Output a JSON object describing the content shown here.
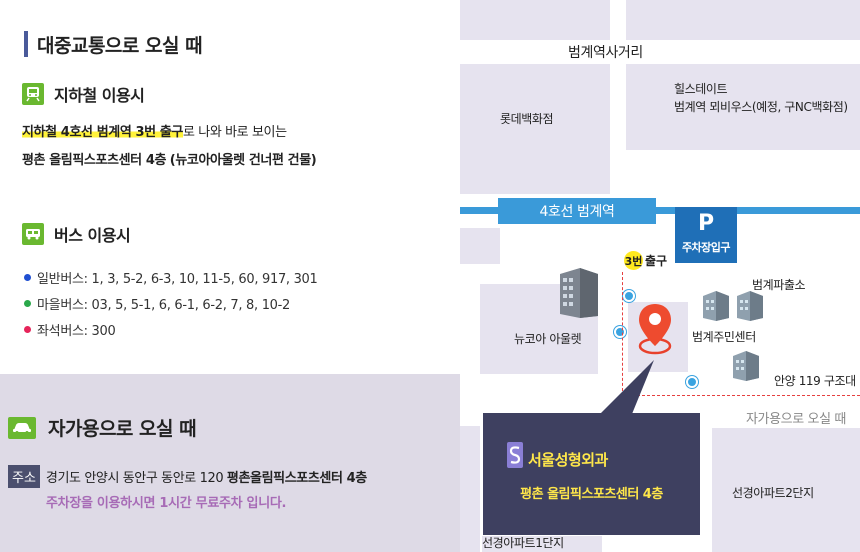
{
  "public_transport": {
    "title": "대중교통으로 오실 때",
    "subway": {
      "title": "지하철 이용시",
      "line1_highlight": "지하철 4호선 범계역 3번 출구",
      "line1_rest": "로 나와 바로 보이는",
      "line2": "평촌 올림픽스포츠센터 4층",
      "line2_note": "(뉴코아아울렛 건너편 건물)"
    },
    "bus": {
      "title": "버스 이용시",
      "rows": [
        {
          "text": "일반버스: 1, 3, 5-2, 6-3, 10, 11-5, 60, 917, 301",
          "color": "#1f4fd1"
        },
        {
          "text": "마을버스: 03, 5, 5-1, 6, 6-1, 6-2, 7, 8, 10-2",
          "color": "#2aa84a"
        },
        {
          "text": "좌석버스: 300",
          "color": "#e6245a"
        }
      ]
    }
  },
  "car": {
    "title": "자가용으로 오실 때",
    "address_badge": "주소",
    "address": "경기도 안양시 동안구 동안로 120",
    "address_bold": "평촌올림픽스포츠센터 4층",
    "parking": "주차장을 이용하시면 1시간 무료주차 입니다."
  },
  "map": {
    "intersection": "범계역사거리",
    "lotte": "롯데백화점",
    "hill_line1": "힐스테이트",
    "hill_line2": "범계역 뫼비우스(예정, 구NC백화점)",
    "station": "4호선 범계역",
    "parking_letter": "P",
    "parking_label": "주차장입구",
    "exit_number": "3번",
    "exit_label": "출구",
    "police": "범계파출소",
    "newcore": "뉴코아 아울렛",
    "community": "범계주민센터",
    "rescue": "안양 119 구조대",
    "car_route": "자가용으로 오실 때",
    "apt2": "선경아파트2단지",
    "apt1": "선경아파트1단지",
    "clinic": "서울성형외과",
    "clinic_location": "평촌 올림픽스포츠센터 4층",
    "colors": {
      "subway": "#3a9ad9",
      "parking": "#1f6fb7",
      "callout": "#3e4060",
      "accent": "#ffe74a",
      "block": "#e6e3ef"
    }
  }
}
